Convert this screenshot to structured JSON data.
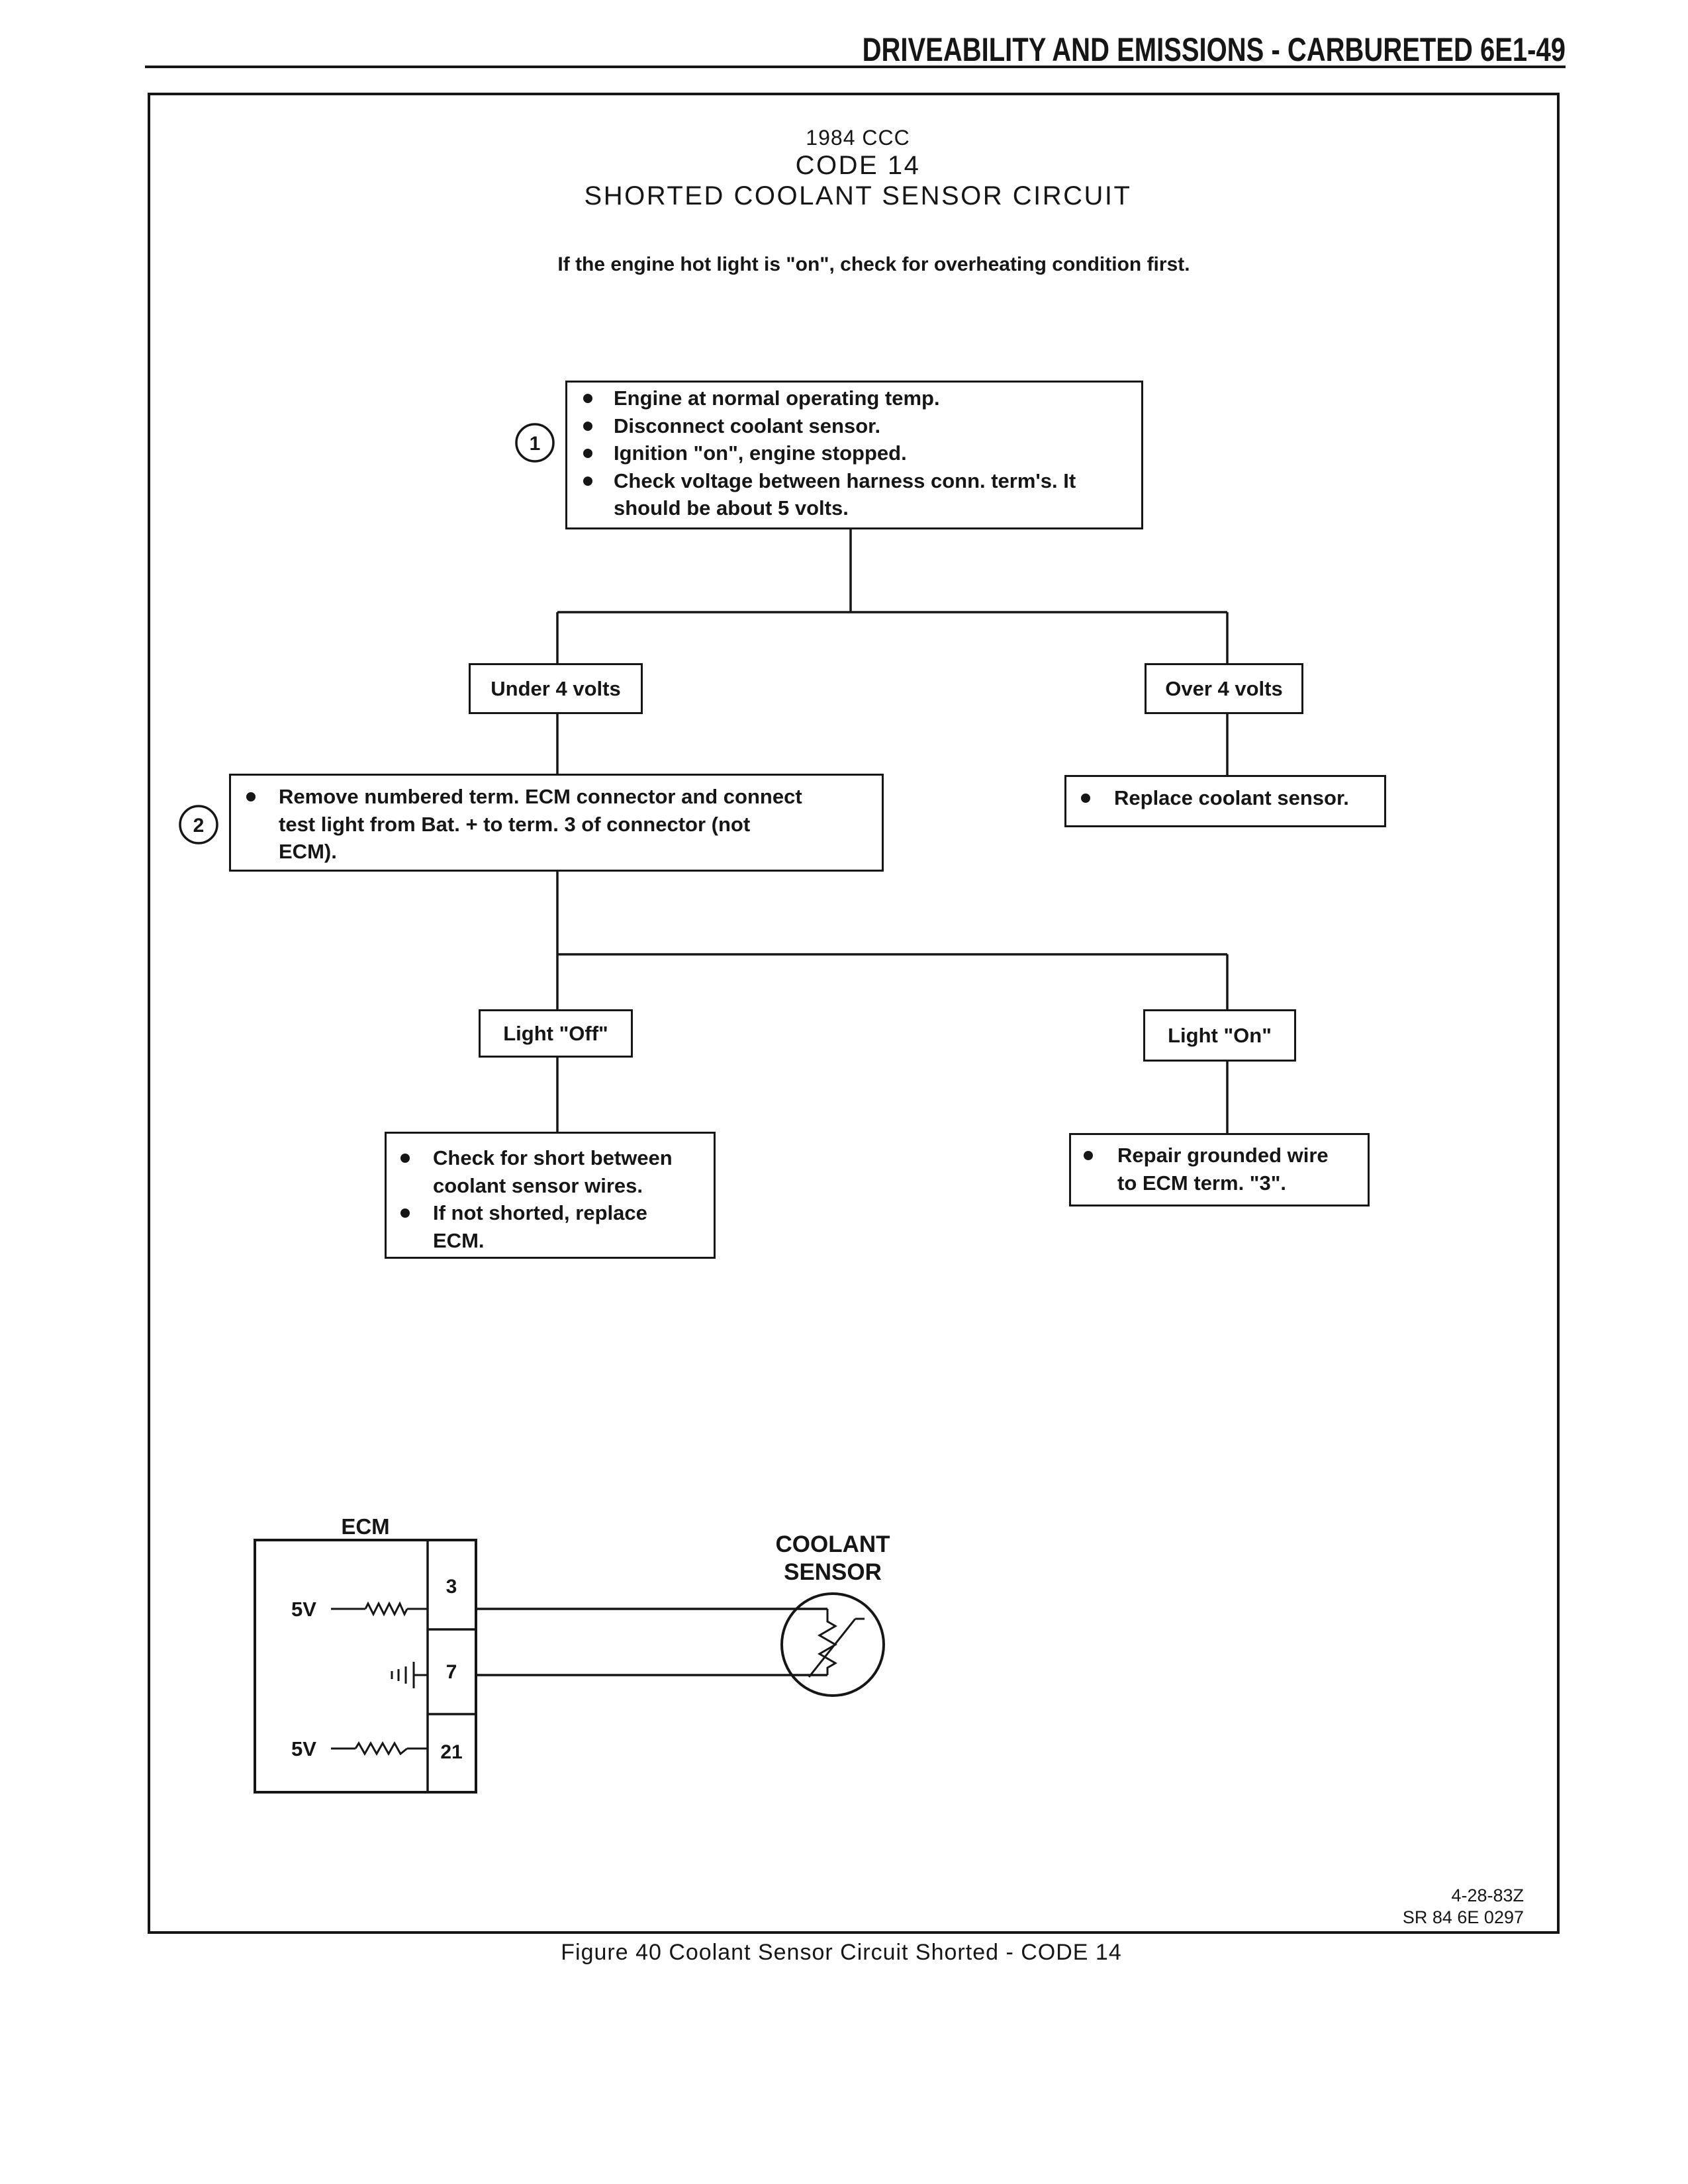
{
  "header": {
    "running_title": "DRIVEABILITY AND EMISSIONS - CARBURETED 6E1-49"
  },
  "chart": {
    "year_system": "1984 CCC",
    "code": "CODE 14",
    "title": "SHORTED COOLANT SENSOR CIRCUIT",
    "note": "If the engine hot light is \"on\", check for overheating condition first."
  },
  "flowchart": {
    "step1": {
      "marker": "1",
      "bullets": [
        {
          "lines": [
            "Engine at normal operating temp."
          ]
        },
        {
          "lines": [
            "Disconnect coolant sensor."
          ]
        },
        {
          "lines": [
            "Ignition \"on\", engine stopped."
          ]
        },
        {
          "lines": [
            "Check voltage between harness conn. term's. It",
            "should be about 5 volts."
          ]
        }
      ]
    },
    "branch_under": "Under 4 volts",
    "branch_over": "Over 4 volts",
    "step2": {
      "marker": "2",
      "bullets": [
        {
          "lines": [
            "Remove numbered term. ECM connector and connect",
            "test light from Bat. + to term. 3 of connector (not",
            "ECM)."
          ]
        }
      ]
    },
    "over_action": {
      "bullets": [
        {
          "lines": [
            "Replace coolant sensor."
          ]
        }
      ]
    },
    "branch_light_off": "Light \"Off\"",
    "branch_light_on": "Light \"On\"",
    "light_off_action": {
      "bullets": [
        {
          "lines": [
            "Check for short between",
            "coolant sensor wires."
          ]
        },
        {
          "lines": [
            "If not shorted, replace",
            "ECM."
          ]
        }
      ]
    },
    "light_on_action": {
      "bullets": [
        {
          "lines": [
            "Repair grounded wire",
            "to ECM term. \"3\"."
          ]
        }
      ]
    }
  },
  "circuit": {
    "ecm_label": "ECM",
    "pins": [
      "3",
      "7",
      "21"
    ],
    "supply_labels": [
      "5V",
      "5V"
    ],
    "sensor_label_lines": [
      "COOLANT",
      "SENSOR"
    ],
    "icons": [
      "resistor-icon",
      "ground-icon",
      "thermistor-icon"
    ]
  },
  "footer": {
    "date_code": "4-28-83Z",
    "ref_code": "SR 84 6E 0297",
    "caption": "Figure 40 Coolant Sensor Circuit Shorted - CODE 14"
  },
  "colors": {
    "ink": "#161616",
    "paper": "#ffffff"
  }
}
